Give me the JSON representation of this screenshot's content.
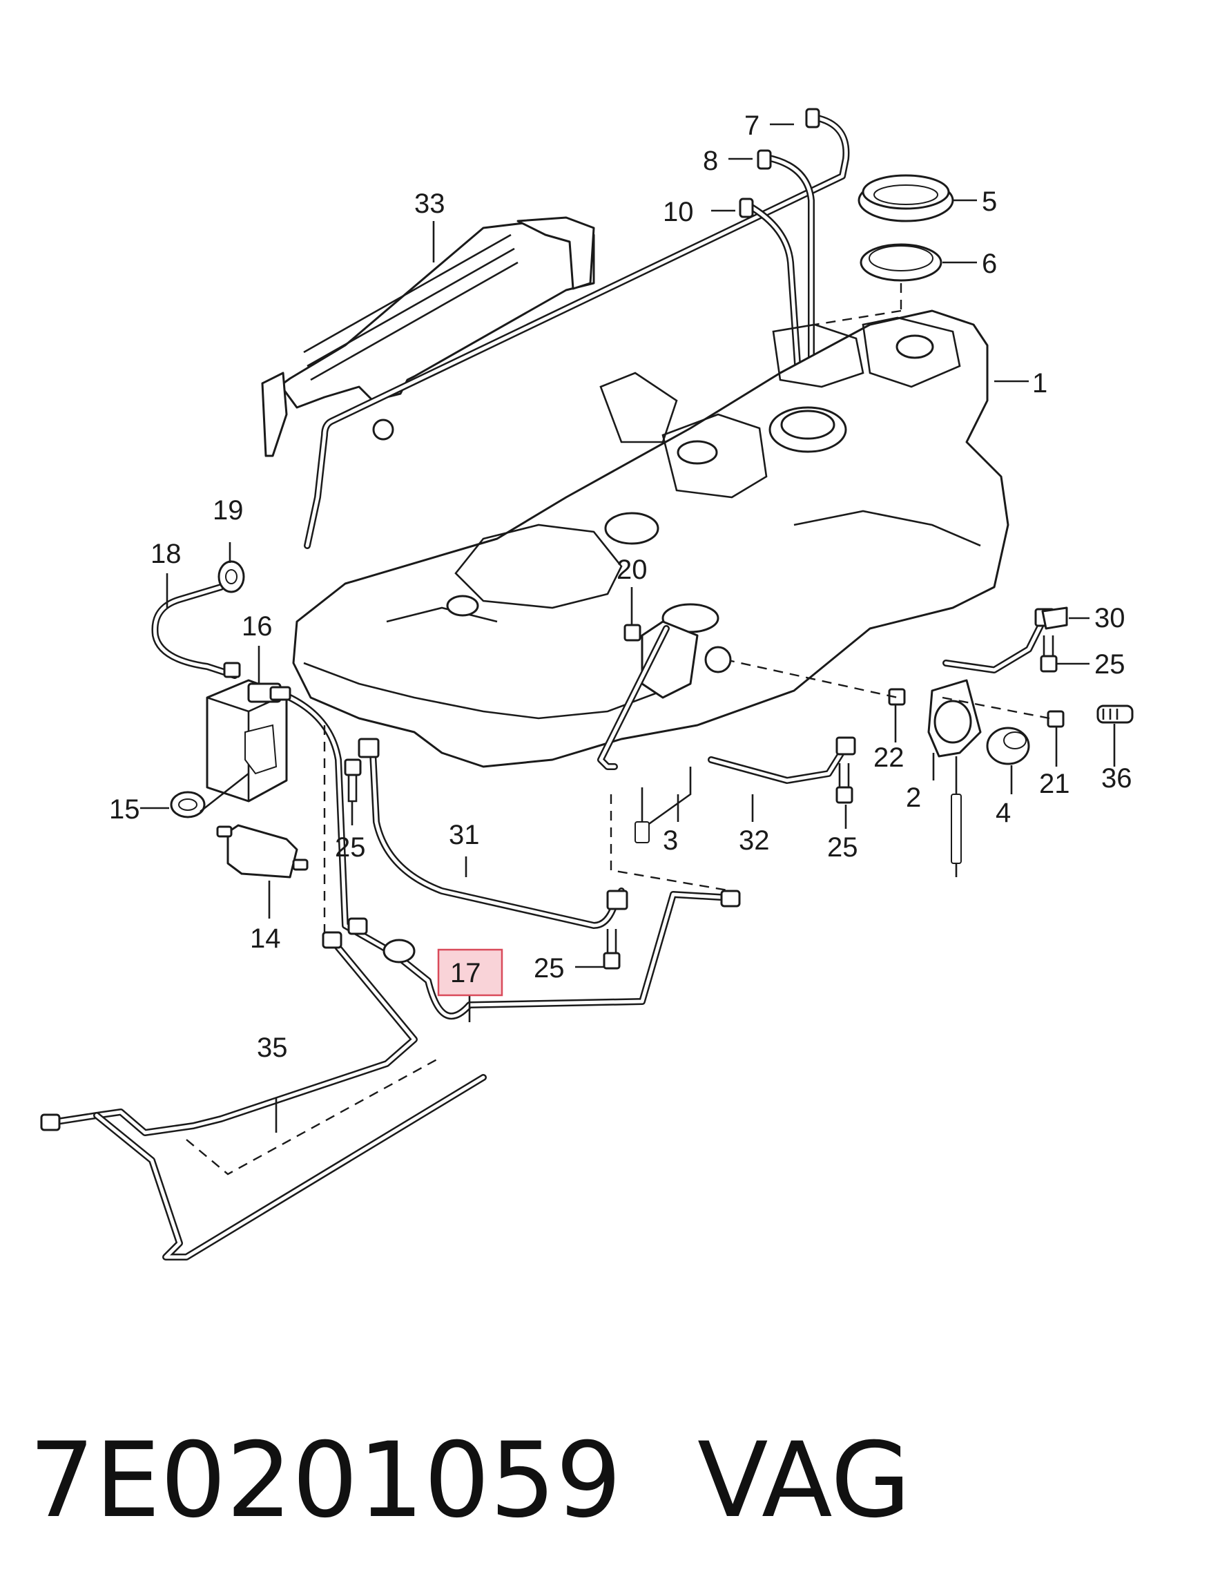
{
  "diagram": {
    "highlight_color": "#d94a5a",
    "highlighted_part": "17",
    "labels": {
      "p1": "1",
      "p2": "2",
      "p3": "3",
      "p4": "4",
      "p5": "5",
      "p6": "6",
      "p7": "7",
      "p8": "8",
      "p10": "10",
      "p14": "14",
      "p15": "15",
      "p16": "16",
      "p17": "17",
      "p18": "18",
      "p19": "19",
      "p20": "20",
      "p21": "21",
      "p22": "22",
      "p25a": "25",
      "p25b": "25",
      "p25c": "25",
      "p25d": "25",
      "p30": "30",
      "p31": "31",
      "p32": "32",
      "p33": "33",
      "p35": "35",
      "p36": "36"
    }
  },
  "footer": {
    "part_number": "7E0201059",
    "brand": "VAG"
  }
}
